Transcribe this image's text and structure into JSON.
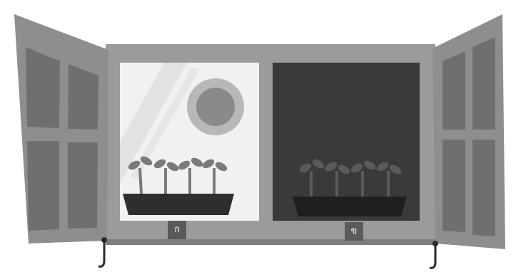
{
  "panels": {
    "left": {
      "label": "ก",
      "state": "light"
    },
    "right": {
      "label": "ข",
      "state": "dark"
    }
  },
  "colors": {
    "frame": "#9b9b9b",
    "frame_dark": "#7d7d7d",
    "shutter_inner": "#6f6f6f",
    "light_pane": "#f1f1f1",
    "dark_pane": "#3a3a3a",
    "sun": "#8a8a8a",
    "planter": "#2e2e2e",
    "sprout": "#7a7a7a",
    "hook": "#2a2a2a"
  },
  "plants": {
    "left_count": 4,
    "right_count": 4
  }
}
